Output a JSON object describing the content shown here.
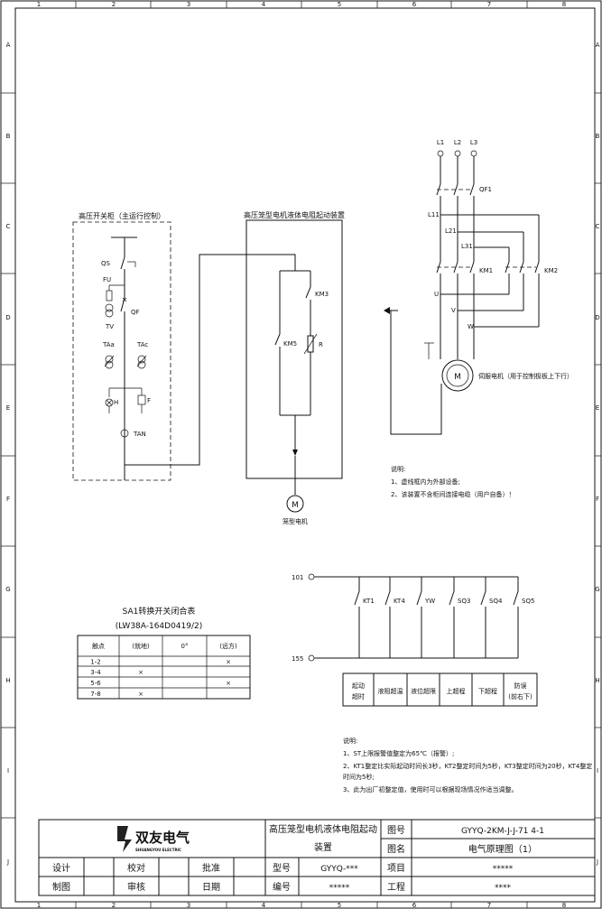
{
  "frame": {
    "col_labels": [
      "1",
      "2",
      "3",
      "4",
      "5",
      "6",
      "7",
      "8"
    ],
    "row_labels": [
      "A",
      "B",
      "C",
      "D",
      "E",
      "F",
      "G",
      "H",
      "I",
      "J"
    ]
  },
  "hv_cabinet": {
    "title": "高压开关柜（主运行控制）",
    "labels": {
      "qs": "QS",
      "fu": "FU",
      "qf": "QF",
      "tv": "TV",
      "taa": "TAa",
      "tac": "TAc",
      "h": "H",
      "f": "F",
      "tan": "TAN"
    }
  },
  "starter": {
    "title": "高压笼型电机液体电阻起动装置",
    "labels": {
      "km3": "KM3",
      "km5": "KM5",
      "r": "R"
    }
  },
  "motor": {
    "symbol": "M",
    "label": "笼型电机"
  },
  "servo": {
    "phases": [
      "L1",
      "L2",
      "L3"
    ],
    "qf1": "QF1",
    "l11": "L11",
    "l21": "L21",
    "l31": "L31",
    "km1": "KM1",
    "km2": "KM2",
    "u": "U",
    "v": "V",
    "w": "W",
    "motor_symbol": "M",
    "motor_label": "伺服电机（用于控制极板上下行）"
  },
  "note1": {
    "title": "说明:",
    "lines": [
      "1、虚线框内为外部设备;",
      "2、该装置不含柜间连接电缆（用户自备）！"
    ]
  },
  "control": {
    "top_terminal": "101",
    "bottom_terminal": "155",
    "contacts": [
      "KT1",
      "KT4",
      "YW",
      "SQ3",
      "SQ4",
      "SQ5"
    ],
    "functions": [
      "起动\n超时",
      "液阻超温",
      "液位超限",
      "上超程",
      "下超程",
      "防误\n(前右下)"
    ]
  },
  "switch_table": {
    "title": "SA1转换开关闭合表",
    "subtitle": "(LW38A-164D0419/2)",
    "headers": [
      "触点",
      "(就地)",
      "0°",
      "(远方)"
    ],
    "rows": [
      [
        "1-2",
        "",
        "",
        "×"
      ],
      [
        "3-4",
        "×",
        "",
        ""
      ],
      [
        "5-6",
        "",
        "",
        "×"
      ],
      [
        "7-8",
        "×",
        "",
        ""
      ]
    ]
  },
  "note2": {
    "title": "说明:",
    "lines": [
      "1、ST上限报警值整定为65℃（报警）;",
      "2、KT1整定比实际起动时间长3秒，KT2整定时间为5秒，KT3整定时间为20秒，KT4整定",
      "时间为5秒;",
      "3、此为出厂初整定值，使用时可以根据现场情况作适当调整。"
    ]
  },
  "title_block": {
    "company": "双友电气",
    "company_en": "SHUANGYOU ELECTRIC",
    "project_title_1": "高压笼型电机液体电阻起动",
    "project_title_2": "装置",
    "drawing_no_label": "图号",
    "drawing_no": "GYYQ-2KM-J-J-71  4-1",
    "drawing_name_label": "图名",
    "drawing_name": "电气原理图（1）",
    "design": "设计",
    "check": "校对",
    "approve": "批准",
    "model_label": "型号",
    "model": "GYYQ-***",
    "item_label": "项目",
    "item": "*****",
    "draw": "制图",
    "review": "审核",
    "date": "日期",
    "number_label": "编号",
    "number": "*****",
    "project_label": "工程",
    "project": "****"
  }
}
